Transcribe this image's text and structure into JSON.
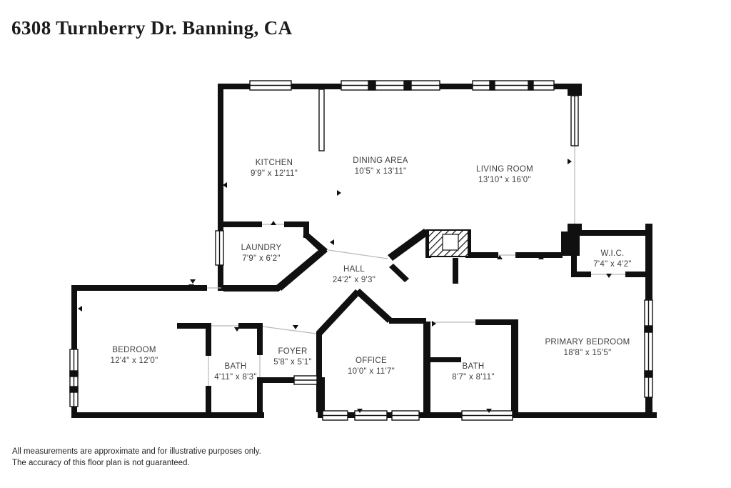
{
  "header": {
    "title": "6308 Turnberry Dr. Banning, CA"
  },
  "rooms": {
    "kitchen": {
      "name": "KITCHEN",
      "dims": "9'9\" x 12'11\""
    },
    "dining": {
      "name": "DINING AREA",
      "dims": "10'5\" x 13'11\""
    },
    "living": {
      "name": "LIVING ROOM",
      "dims": "13'10\" x 16'0\""
    },
    "laundry": {
      "name": "LAUNDRY",
      "dims": "7'9\" x 6'2\""
    },
    "hall": {
      "name": "HALL",
      "dims": "24'2\" x 9'3\""
    },
    "wic": {
      "name": "W.I.C.",
      "dims": "7'4\" x 4'2\""
    },
    "bedroom": {
      "name": "BEDROOM",
      "dims": "12'4\" x 12'0\""
    },
    "bath1": {
      "name": "BATH",
      "dims": "4'11\" x 8'3\""
    },
    "foyer": {
      "name": "FOYER",
      "dims": "5'8\" x 5'1\""
    },
    "office": {
      "name": "OFFICE",
      "dims": "10'0\" x 11'7\""
    },
    "bath2": {
      "name": "BATH",
      "dims": "8'7\" x 8'11\""
    },
    "primary": {
      "name": "PRIMARY BEDROOM",
      "dims": "18'8\" x 15'5\""
    }
  },
  "footer": {
    "disclaimer_line1": "All measurements are approximate and for illustrative purposes only.",
    "disclaimer_line2": "The accuracy of this floor plan is not guaranteed."
  },
  "colors": {
    "wall": "#101010",
    "text": "#3e3e3e",
    "background": "#ffffff"
  }
}
